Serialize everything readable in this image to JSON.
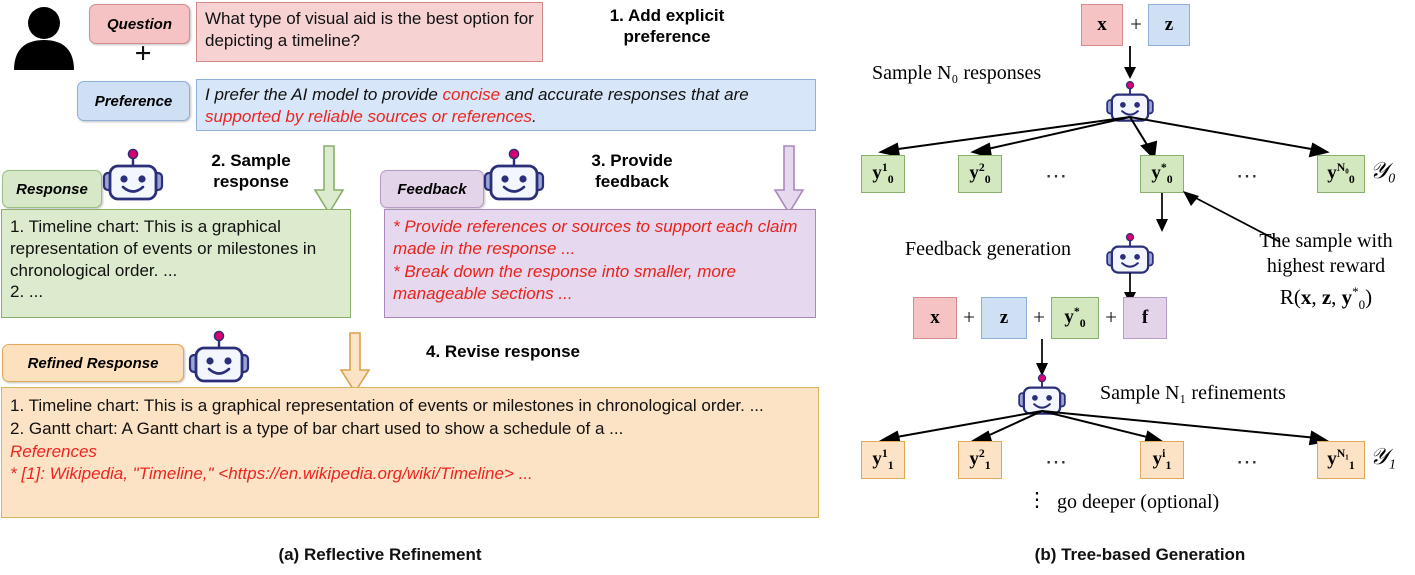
{
  "left": {
    "caption": "(a) Reflective Refinement",
    "user_icon": "person-icon",
    "plus": "+",
    "chips": {
      "question": "Question",
      "preference": "Preference",
      "response": "Response",
      "feedback": "Feedback",
      "refined_response": "Refined Response"
    },
    "question_text": "What type of visual aid is the best option for depicting a timeline?",
    "preference": {
      "part1": "I prefer the AI model to provide ",
      "red1": "concise",
      "part2": " and accurate responses that are ",
      "red2": "supported by reliable sources or references",
      "part3": "."
    },
    "steps": {
      "step1": "1. Add explicit preference",
      "step2": "2. Sample response",
      "step3": "3. Provide feedback",
      "step4": "4. Revise response"
    },
    "response_text": "1. Timeline chart: This is a graphical representation of events or milestones in chronological order. ...\n2. ...",
    "feedback_lines": [
      "* Provide references or sources to support each claim made in the response ...",
      "* Break down the response into smaller, more manageable sections ..."
    ],
    "refined_lines": [
      "1. Timeline chart: This is a graphical representation of events or milestones in chronological order. ...",
      "2. Gantt chart: A Gantt chart is a type of bar chart used to show a schedule of a ..."
    ],
    "refined_references_title": "References",
    "refined_reference_item": "* [1]: Wikipedia, \"Timeline,\" <https://en.wikipedia.org/wiki/Timeline> ..."
  },
  "right": {
    "caption": "(b) Tree-based Generation",
    "root": {
      "x": "x",
      "plus": "+",
      "z": "z"
    },
    "labels": {
      "sample_n0": "Sample N₀ responses",
      "feedback_generation": "Feedback generation",
      "sample_n1": "Sample N₁ refinements",
      "highest_reward_line1": "The sample with",
      "highest_reward_line2": "highest reward",
      "reward_formula": "R(x, z, y₀*)",
      "go_deeper": "go deeper (optional)",
      "vdots": "⋮"
    },
    "level0": {
      "set_label": "𝒴₀",
      "nodes": [
        {
          "base": "y",
          "sup": "1",
          "sub": "0"
        },
        {
          "base": "y",
          "sup": "2",
          "sub": "0"
        },
        {
          "base": "y",
          "sup": "*",
          "sub": "0"
        },
        {
          "base": "y",
          "sup": "N₀",
          "sub": "0"
        }
      ],
      "ellipsis": "⋯"
    },
    "feedback_row": {
      "x": "x",
      "z": "z",
      "ystar": {
        "base": "y",
        "sup": "*",
        "sub": "0"
      },
      "f": "f",
      "plus": "+"
    },
    "level1": {
      "set_label": "𝒴₁",
      "nodes": [
        {
          "base": "y",
          "sup": "1",
          "sub": "1"
        },
        {
          "base": "y",
          "sup": "2",
          "sub": "1"
        },
        {
          "base": "y",
          "sup": "i",
          "sub": "1"
        },
        {
          "base": "y",
          "sup": "N₁",
          "sub": "1"
        }
      ],
      "ellipsis": "⋯"
    },
    "colors": {
      "pink": "#f5c3c3",
      "blue": "#cfe0f5",
      "green": "#d4e8c0",
      "purple": "#e3d4ea",
      "orange": "#fde3c6",
      "red_text": "#ec2520"
    }
  }
}
